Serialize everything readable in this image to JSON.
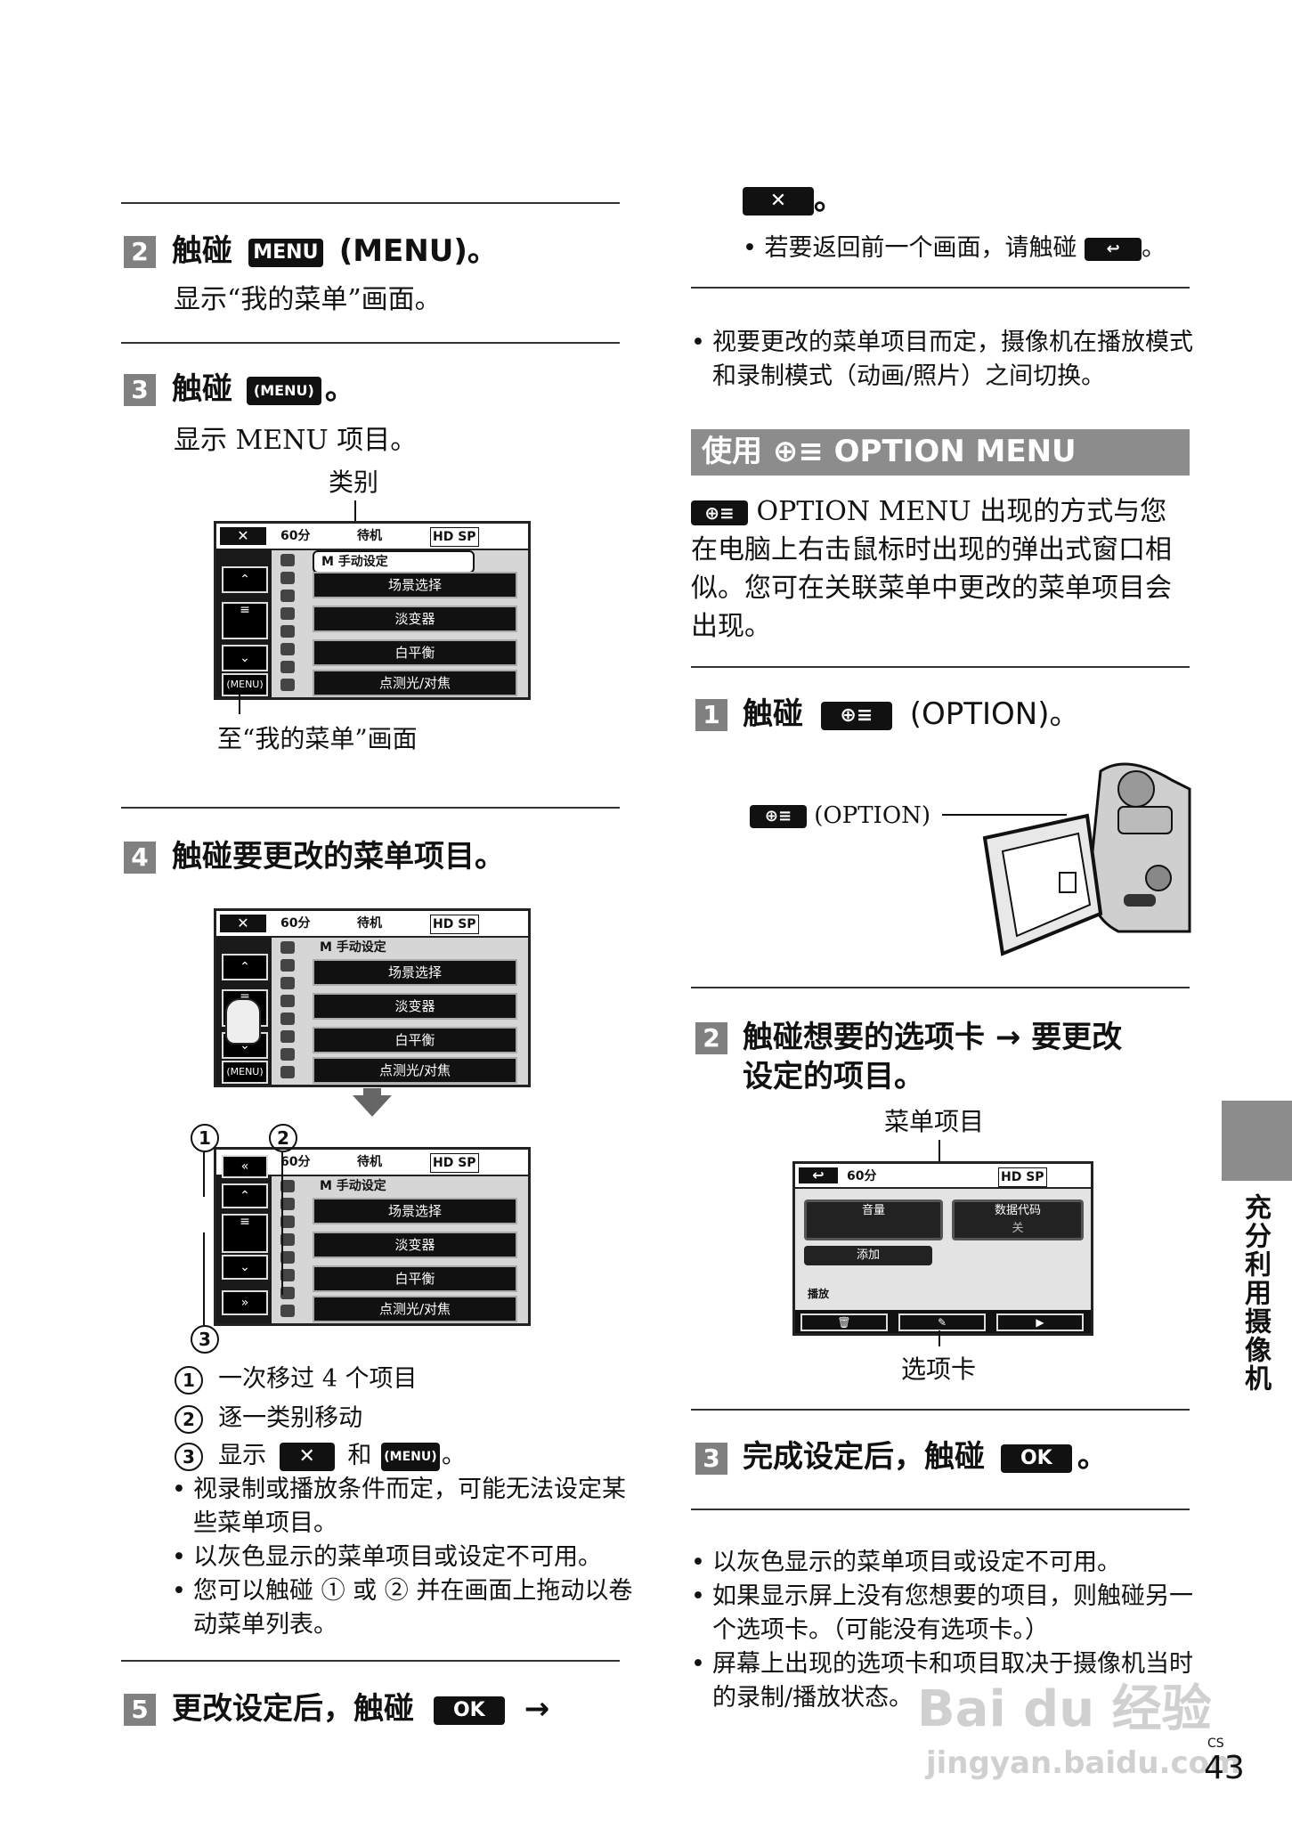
{
  "left": {
    "step2": {
      "num": "2",
      "pre": "触碰",
      "btn": "MENU",
      "post": "(MENU)。",
      "desc": "显示“我的菜单”画面。"
    },
    "step3": {
      "num": "3",
      "pre": "触碰",
      "btn": "(MENU)",
      "post": "。",
      "desc": "显示 MENU 项目。",
      "label_category": "类别",
      "label_mymenu": "至“我的菜单”画面"
    },
    "step4": {
      "num": "4",
      "title": "触碰要更改的菜单项目。",
      "legend": [
        {
          "n": "①",
          "text": "一次移过 4 个项目"
        },
        {
          "n": "②",
          "text": "逐一类别移动"
        },
        {
          "n": "③",
          "text_a": "显示",
          "btn_x": "✕",
          "text_b": "和",
          "btn_menu": "(MENU)",
          "text_c": "。"
        }
      ],
      "bullets": [
        "视录制或播放条件而定，可能无法设定某些菜单项目。",
        "以灰色显示的菜单项目或设定不可用。",
        "您可以触碰 ① 或 ② 并在画面上拖动以卷动菜单列表。"
      ]
    },
    "step5": {
      "num": "5",
      "pre": "更改设定后，触碰",
      "btn": "OK",
      "post": "→"
    }
  },
  "lcd": {
    "close": "✕",
    "battery": "60分",
    "status": "待机",
    "quality": "HD SP",
    "category": "M 手动设定",
    "items": [
      "场景选择",
      "淡变器",
      "白平衡",
      "点测光/对焦"
    ],
    "menu_btn": "(MENU)"
  },
  "right": {
    "cont": {
      "btn": "✕",
      "post": "。",
      "bullet": "若要返回前一个画面，请触碰",
      "bullet_btn": "↩",
      "bullet_post": "。"
    },
    "note": "视要更改的菜单项目而定，摄像机在播放模式和录制模式（动画/照片）之间切换。",
    "section_title": "使用 ⊕≡ OPTION MENU",
    "intro": "OPTION MENU 出现的方式与您在电脑上右击鼠标时出现的弹出式窗口相似。您可在关联菜单中更改的菜单项目会出现。",
    "intro_icon": "⊕≡",
    "step1": {
      "num": "1",
      "pre": "触碰",
      "btn": "⊕≡",
      "post": "(OPTION)。",
      "callout": "(OPTION)"
    },
    "step2": {
      "num": "2",
      "line1": "触碰想要的选项卡 → 要更改",
      "line2": "设定的项目。",
      "label_items": "菜单项目",
      "label_tabs": "选项卡"
    },
    "opt_screen": {
      "back": "↩",
      "battery": "60分",
      "quality": "HD SP",
      "items": [
        "音量",
        "数据代码",
        "添加"
      ],
      "sub": "关",
      "tab_label": "播放"
    },
    "step3": {
      "num": "3",
      "pre": "完成设定后，触碰",
      "btn": "OK",
      "post": "。"
    },
    "bullets": [
      "以灰色显示的菜单项目或设定不可用。",
      "如果显示屏上没有您想要的项目，则触碰另一个选项卡。（可能没有选项卡。）",
      "屏幕上出现的选项卡和项目取决于摄像机当时的录制/播放状态。"
    ]
  },
  "side_tab": "充分利用摄像机",
  "page": {
    "lang": "CS",
    "number": "43"
  },
  "watermark": {
    "brand": "Bai du 经验",
    "url": "jingyan.baidu.com"
  }
}
